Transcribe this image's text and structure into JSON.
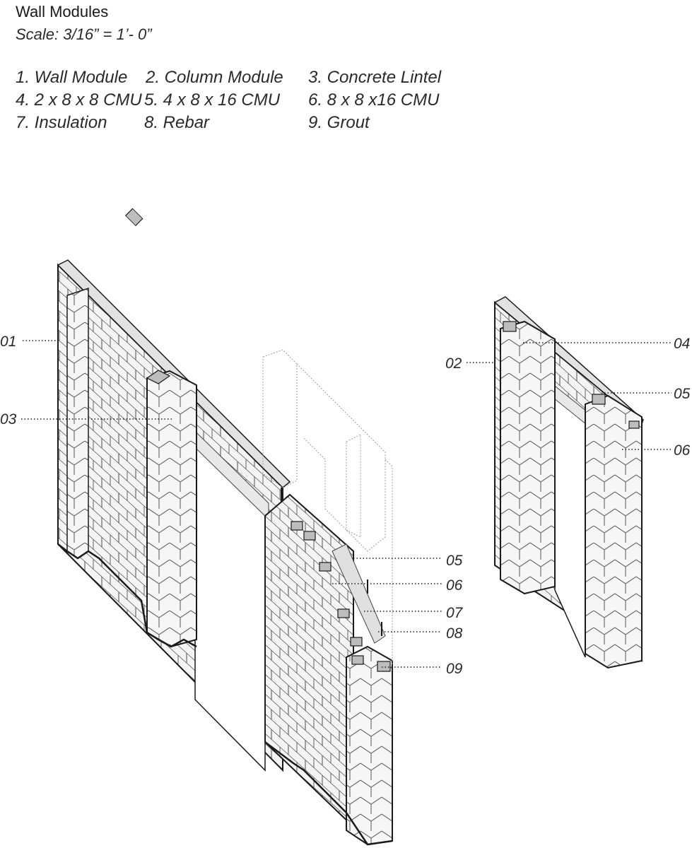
{
  "header": {
    "title": "Wall Modules",
    "scale": "Scale: 3/16” = 1’- 0”"
  },
  "legend": [
    "1. Wall Module",
    "2. Column Module",
    "3. Concrete Lintel",
    "4. 2 x 8 x 8 CMU",
    "5. 4 x 8 x 16 CMU",
    "6. 8 x 8 x16 CMU",
    "7. Insulation",
    "8. Rebar",
    "9. Grout"
  ],
  "callouts": {
    "c01": "01",
    "c03": "03",
    "c02": "02",
    "c04": "04",
    "c05a": "05",
    "c06a": "06",
    "c05b": "05",
    "c06b": "06",
    "c07": "07",
    "c08": "08",
    "c09": "09"
  },
  "colors": {
    "line": "#1a1a1a",
    "block_face": "#f4f4f4",
    "block_side": "#e2e2e2",
    "grout": "#bdbdbd",
    "ghost": "#9a9a9a"
  }
}
